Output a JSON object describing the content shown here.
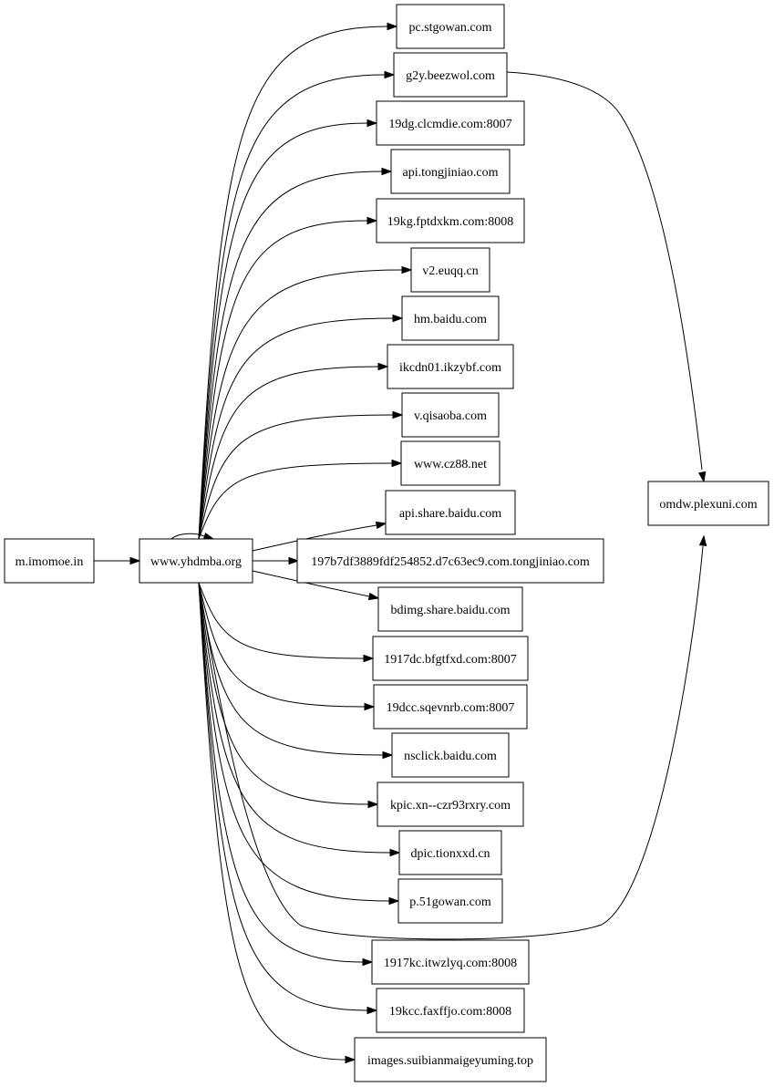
{
  "diagram": {
    "type": "directed-graph",
    "nodes": [
      {
        "id": "root",
        "label": "m.imomoe.in"
      },
      {
        "id": "hub",
        "label": "www.yhdmba.org"
      },
      {
        "id": "t1",
        "label": "pc.stgowan.com"
      },
      {
        "id": "t2",
        "label": "g2y.beezwol.com"
      },
      {
        "id": "t3",
        "label": "19dg.clcmdie.com:8007"
      },
      {
        "id": "t4",
        "label": "api.tongjiniao.com"
      },
      {
        "id": "t5",
        "label": "19kg.fptdxkm.com:8008"
      },
      {
        "id": "t6",
        "label": "v2.euqq.cn"
      },
      {
        "id": "t7",
        "label": "hm.baidu.com"
      },
      {
        "id": "t8",
        "label": "ikcdn01.ikzybf.com"
      },
      {
        "id": "t9",
        "label": "v.qisaoba.com"
      },
      {
        "id": "t10",
        "label": "www.cz88.net"
      },
      {
        "id": "t11",
        "label": "api.share.baidu.com"
      },
      {
        "id": "t12",
        "label": "197b7df3889fdf254852.d7c63ec9.com.tongjiniao.com"
      },
      {
        "id": "t13",
        "label": "bdimg.share.baidu.com"
      },
      {
        "id": "t14",
        "label": "1917dc.bfgtfxd.com:8007"
      },
      {
        "id": "t15",
        "label": "19dcc.sqevnrb.com:8007"
      },
      {
        "id": "t16",
        "label": "nsclick.baidu.com"
      },
      {
        "id": "t17",
        "label": "kpic.xn--czr93rxry.com"
      },
      {
        "id": "t18",
        "label": "dpic.tionxxd.cn"
      },
      {
        "id": "t19",
        "label": "p.51gowan.com"
      },
      {
        "id": "t20",
        "label": "1917kc.itwzlyq.com:8008"
      },
      {
        "id": "t21",
        "label": "19kcc.faxffjo.com:8008"
      },
      {
        "id": "t22",
        "label": "images.suibianmaigeyuming.top"
      },
      {
        "id": "om",
        "label": "omdw.plexuni.com"
      }
    ],
    "edges": [
      {
        "from": "root",
        "to": "hub"
      },
      {
        "from": "hub",
        "to": "hub"
      },
      {
        "from": "hub",
        "to": "t1"
      },
      {
        "from": "hub",
        "to": "t2"
      },
      {
        "from": "hub",
        "to": "t3"
      },
      {
        "from": "hub",
        "to": "t4"
      },
      {
        "from": "hub",
        "to": "t5"
      },
      {
        "from": "hub",
        "to": "t6"
      },
      {
        "from": "hub",
        "to": "t7"
      },
      {
        "from": "hub",
        "to": "t8"
      },
      {
        "from": "hub",
        "to": "t9"
      },
      {
        "from": "hub",
        "to": "t10"
      },
      {
        "from": "hub",
        "to": "t11"
      },
      {
        "from": "hub",
        "to": "t12"
      },
      {
        "from": "hub",
        "to": "t13"
      },
      {
        "from": "hub",
        "to": "t14"
      },
      {
        "from": "hub",
        "to": "t15"
      },
      {
        "from": "hub",
        "to": "t16"
      },
      {
        "from": "hub",
        "to": "t17"
      },
      {
        "from": "hub",
        "to": "t18"
      },
      {
        "from": "hub",
        "to": "t19"
      },
      {
        "from": "hub",
        "to": "t20"
      },
      {
        "from": "hub",
        "to": "t21"
      },
      {
        "from": "hub",
        "to": "t22"
      },
      {
        "from": "hub",
        "to": "om"
      },
      {
        "from": "t2",
        "to": "om"
      }
    ]
  }
}
